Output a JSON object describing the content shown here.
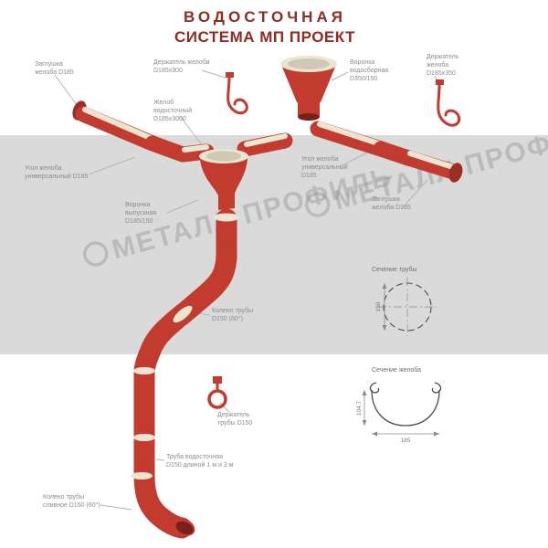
{
  "title": {
    "line1": "ВОДОСТОЧНАЯ",
    "line2": "СИСТЕМА МП ПРОЕКТ"
  },
  "watermark": {
    "text": "МЕТАЛЛ ПРОФИЛЬ"
  },
  "labels": {
    "end_cap_left": "Заглушка\nжелоба D185",
    "gutter_holder_left": "Держатель желоба\nD185х300",
    "collection_funnel": "Воронка\nводосборная\nD350/150",
    "gutter_holder_right": "Держатель\nжелоба\nD185х350",
    "gutter": "Желоб\nводосточный\nD185х3000",
    "gutter_corner_left": "Угол желоба\nуниверсальный D185",
    "gutter_corner_right": "Угол желоба\nуниверсальный\nD185",
    "outlet_funnel": "Воронка\nвыпускная\nD185/150",
    "end_cap_right": "Заглушка\nжелоба D185",
    "pipe_elbow": "Колено трубы\nD150 (60°)",
    "pipe_holder": "Держатель\nтрубы D150",
    "downpipe": "Труба водосточная\nD150 длиной 1 м и 3 м",
    "drain_elbow": "Колено трубы\nсливное D150 (60°)"
  },
  "sections": {
    "pipe": {
      "title": "Сечение трубы",
      "diameter": "150"
    },
    "gutter": {
      "title": "Сечение желоба",
      "width": "185",
      "height": "104,7"
    }
  },
  "colors": {
    "component_red": "#c23b2e",
    "component_dark_red": "#9e2d23",
    "cream": "#ece5d2",
    "title_maroon": "#8e2c24",
    "band_gray": "#dadada",
    "label_gray": "#8c8c8c",
    "watermark_gray": "#9a9a9a"
  }
}
